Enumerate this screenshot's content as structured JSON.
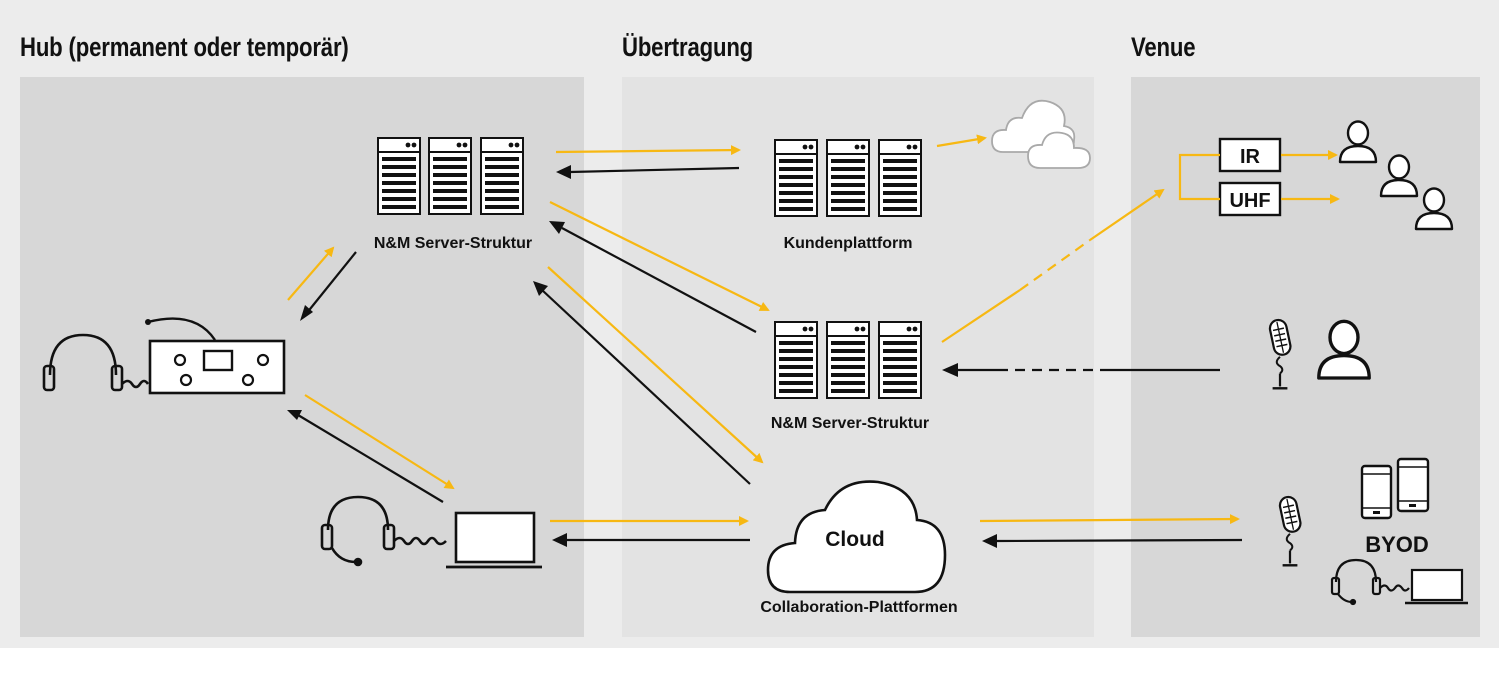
{
  "headings": {
    "hub": "Hub (permanent oder temporär)",
    "transfer": "Übertragung",
    "venue": "Venue"
  },
  "labels": {
    "server_hub": "N&M Server-Struktur",
    "customer_platform": "Kundenplattform",
    "server_transfer": "N&M Server-Struktur",
    "cloud": "Cloud",
    "collaboration": "Collaboration-Plattformen",
    "ir": "IR",
    "uhf": "UHF",
    "byod": "BYOD"
  },
  "colors": {
    "accent_yellow": "#f7b813",
    "arrow_black": "#111111",
    "panel_dark": "#d7d7d7",
    "panel_light": "#e3e3e3",
    "background": "#ececec"
  },
  "icons": [
    "headphones-icon",
    "mixing-console-icon",
    "server-rack-icon",
    "cloud-icon",
    "laptop-icon",
    "headset-icon",
    "microphone-icon",
    "person-icon",
    "smartphone-icon",
    "tablet-icon"
  ]
}
